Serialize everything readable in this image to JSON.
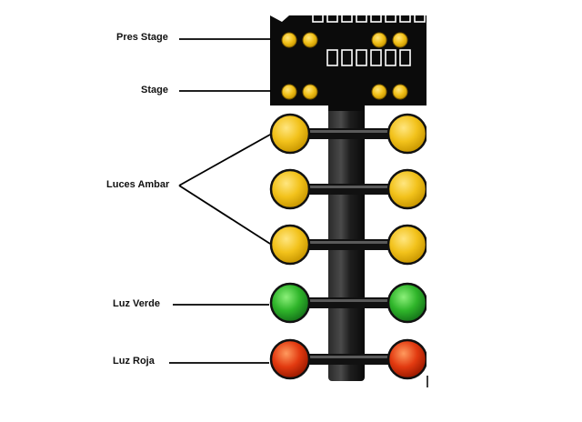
{
  "labels": {
    "pre_stage": "Pres Stage",
    "stage": "Stage",
    "amber": "Luces Ambar",
    "green": "Luz Verde",
    "red": "Luz Roja"
  },
  "colors": {
    "amber": "#f2c21b",
    "green": "#2fb52a",
    "red": "#e23a10",
    "housing": "#0b0b0b",
    "pole": "#151515",
    "leader": "#000000"
  },
  "lamp_rows": [
    {
      "type": "amber"
    },
    {
      "type": "amber"
    },
    {
      "type": "amber"
    },
    {
      "type": "green"
    },
    {
      "type": "red"
    }
  ]
}
